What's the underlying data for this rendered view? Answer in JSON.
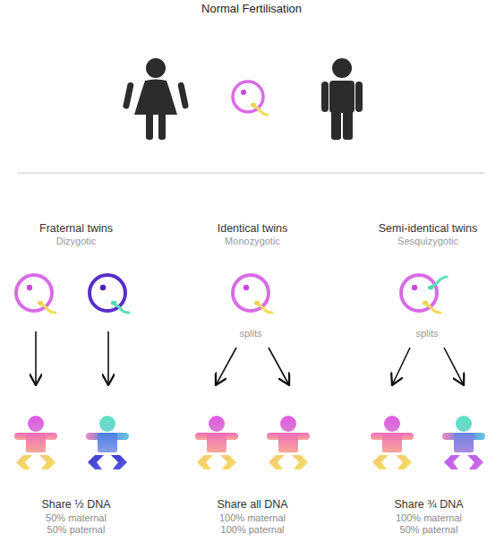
{
  "diagram": {
    "title": "Normal Fertilisation",
    "labels": [
      "Fraternal twins",
      "Dizygotic",
      "Identical twins",
      "Monozygotic",
      "Semi-identical twins",
      "Sesquizygotic",
      "splits",
      "splits",
      "Share ½ DNA",
      "50% maternal",
      "50% paternal",
      "Share all DNA",
      "100% maternal",
      "100% paternal",
      "Share ¾ DNA",
      "100% maternal",
      "50% paternal"
    ]
  }
}
